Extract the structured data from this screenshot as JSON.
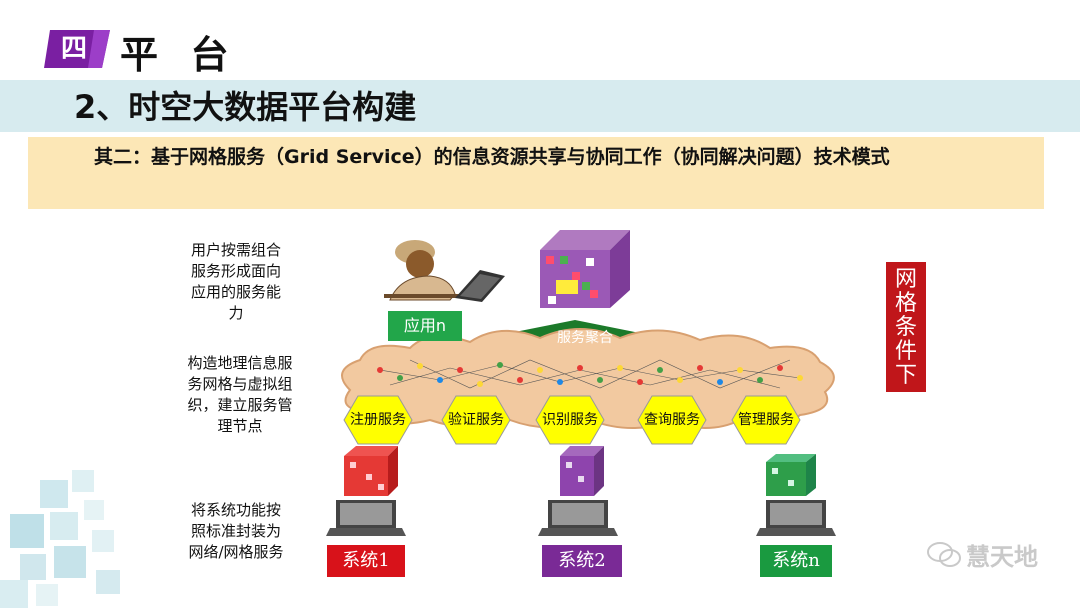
{
  "header": {
    "badge": "四",
    "section_title": "平  台",
    "sub_title": "2、时空大数据平台构建"
  },
  "description": "其二：基于网格服务（Grid Service）的信息资源共享与协同工作（协同解决问题）技术模式",
  "notes": {
    "top": "用户按需组合服务形成面向应用的服务能力",
    "middle": "构造地理信息服务网格与虚拟组织，建立服务管理节点",
    "bottom": "将系统功能按照标准封装为网络/网格服务"
  },
  "diagram": {
    "app_label": "应用n",
    "aggregate_label": "服务聚合",
    "services": [
      "注册服务",
      "验证服务",
      "识别服务",
      "查询服务",
      "管理服务"
    ],
    "systems": [
      "系统1",
      "系统2",
      "系统n"
    ],
    "grid_condition": "网格条件下"
  },
  "watermark": "慧天地",
  "colors": {
    "badge": "#7a1fa2",
    "hexagon": "#ffff00",
    "aggregate": "#1c7a2a",
    "cloud": "#f2c9a0",
    "system1": "#d8121a",
    "system2": "#7a2a96",
    "systemn": "#1a9a40"
  }
}
